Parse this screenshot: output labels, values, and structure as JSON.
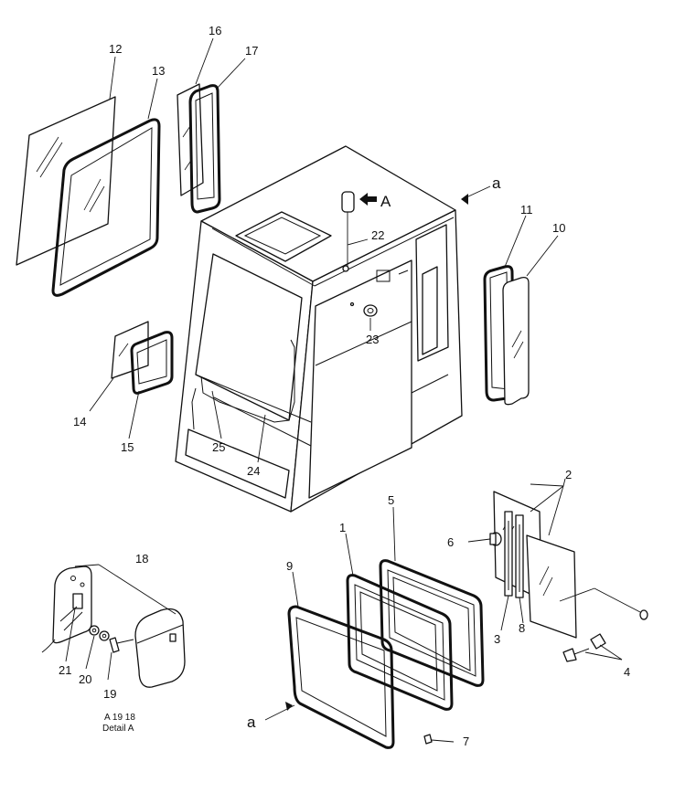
{
  "diagram": {
    "callouts": {
      "c1": "1",
      "c2": "2",
      "c3": "3",
      "c4": "4",
      "c5": "5",
      "c6": "6",
      "c7": "7",
      "c8": "8",
      "c9": "9",
      "c10": "10",
      "c11": "11",
      "c12": "12",
      "c13": "13",
      "c14": "14",
      "c15": "15",
      "c16": "16",
      "c17": "17",
      "c18": "18",
      "c19": "19",
      "c20": "20",
      "c21": "21",
      "c22": "22",
      "c23": "23",
      "c24": "24",
      "c25": "25"
    },
    "ref_a_top": "a",
    "ref_a_bottom": "a",
    "arrow_label": "A",
    "detail_row": "A  19  18",
    "detail_caption": "Detail  A"
  }
}
